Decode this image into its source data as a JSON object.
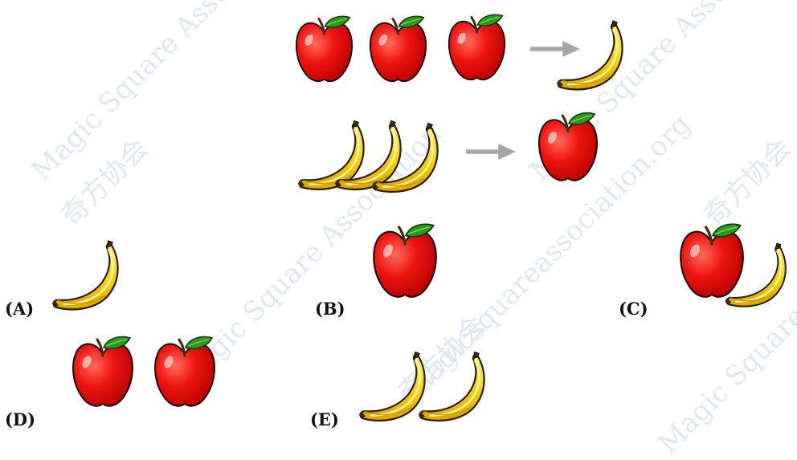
{
  "watermark": {
    "en_name": "Magic Square Association",
    "cn_name": "奇方协会",
    "website": "magicsquareassociation.org"
  },
  "puzzle": {
    "rules": [
      {
        "give": "apple",
        "give_count": 3,
        "get": "banana",
        "get_count": 1
      },
      {
        "give": "banana",
        "give_count": 3,
        "get": "apple",
        "get_count": 1
      }
    ],
    "options": [
      {
        "label": "(A)",
        "fruits": [
          "banana"
        ]
      },
      {
        "label": "(B)",
        "fruits": [
          "apple"
        ]
      },
      {
        "label": "(C)",
        "fruits": [
          "apple",
          "banana"
        ]
      },
      {
        "label": "(D)",
        "fruits": [
          "apple",
          "apple"
        ]
      },
      {
        "label": "(E)",
        "fruits": [
          "banana",
          "banana"
        ]
      }
    ]
  },
  "colors": {
    "apple": "#e8110f",
    "banana": "#f4d000",
    "arrow": "#a6a6a6"
  },
  "icons": [
    "apple-icon",
    "banana-icon",
    "arrow-right-icon"
  ]
}
